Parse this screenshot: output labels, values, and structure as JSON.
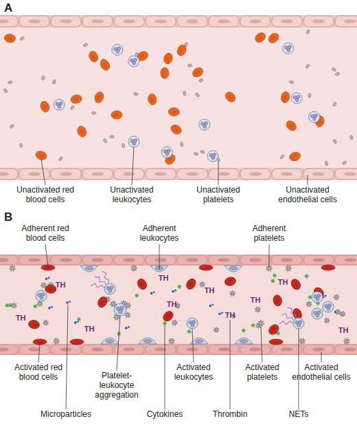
{
  "diagram": {
    "labels": [
      "A",
      "Unactivated red blood cells",
      "Unactivated leukocytes",
      "Unactivated platelets",
      "Unactivated endothelial cells",
      "B",
      "Adherent red blood cells",
      "Adherent leukocytes",
      "Adherent platelets",
      "TH",
      "TH",
      "TH",
      "TH",
      "TH",
      "TH",
      "TH",
      "TH",
      "TH",
      "TH",
      "Activated red blood cells",
      "Platelet-leukocyte aggregation",
      "Activated leukocytes",
      "Activated platelets",
      "Activated endothelial cells",
      "Microparticles",
      "Cytokines",
      "Thrombin",
      "NETs"
    ]
  }
}
